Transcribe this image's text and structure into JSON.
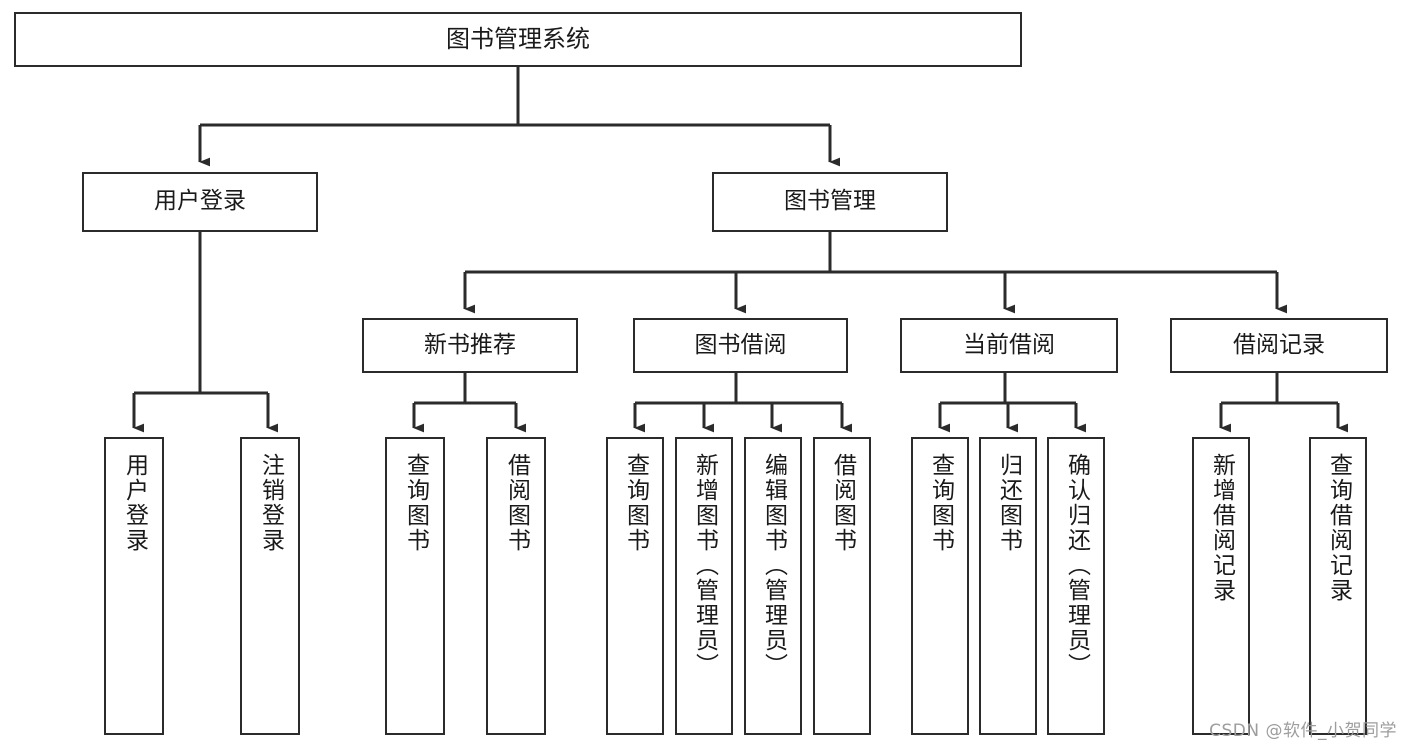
{
  "diagram": {
    "title": "图书管理系统",
    "type": "tree",
    "background_color": "#ffffff",
    "line_color": "#2b2b2b",
    "box_fill": "#ffffff",
    "text_color": "#1a1a1a",
    "root": {
      "label": "图书管理系统"
    },
    "level2": [
      {
        "label": "用户登录"
      },
      {
        "label": "图书管理"
      }
    ],
    "level3": [
      {
        "label": "新书推荐"
      },
      {
        "label": "图书借阅"
      },
      {
        "label": "当前借阅"
      },
      {
        "label": "借阅记录"
      }
    ],
    "leaves": {
      "user_login": [
        {
          "label": "用户登录"
        },
        {
          "label": "注销登录"
        }
      ],
      "new_book_recommend": [
        {
          "label": "查询图书"
        },
        {
          "label": "借阅图书"
        }
      ],
      "book_borrow": [
        {
          "label": "查询图书"
        },
        {
          "label": "新增图书（管理员）"
        },
        {
          "label": "编辑图书（管理员）"
        },
        {
          "label": "借阅图书"
        }
      ],
      "current_borrow": [
        {
          "label": "查询图书"
        },
        {
          "label": "归还图书"
        },
        {
          "label": "确认归还（管理员）"
        }
      ],
      "borrow_record": [
        {
          "label": "新增借阅记录"
        },
        {
          "label": "查询借阅记录"
        }
      ]
    }
  },
  "watermark": {
    "text": "CSDN @软件_小贺同学",
    "color": "#9d9d9d"
  }
}
